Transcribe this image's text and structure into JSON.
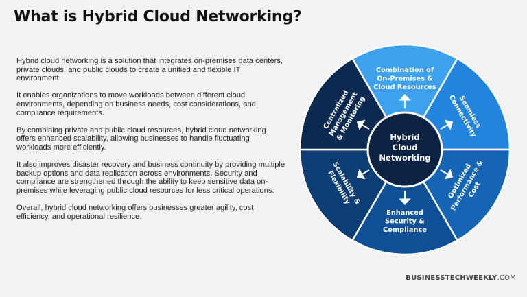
{
  "title": "What is Hybrid Cloud Networking?",
  "paragraphs": [
    "Hybrid cloud networking is a solution that integrates on-premises data centers, private clouds, and public clouds to create a unified and flexible IT environment.",
    "It enables organizations to move workloads between different cloud environments, depending on business needs, cost considerations, and compliance requirements.",
    "By combining private and public cloud resources, hybrid cloud networking offers enhanced scalability, allowing businesses to handle fluctuating workloads more efficiently.",
    "It also improves disaster recovery and business continuity by providing multiple backup options and data replication across environments. Security and compliance are strengthened through the ability to keep sensitive data on-premises while leveraging public cloud resources for less critical operations.",
    "Overall, hybrid cloud networking offers businesses greater agility, cost efficiency, and operational resilience."
  ],
  "diagram": {
    "center_lines": [
      "Hybrid",
      "Cloud",
      "Networking"
    ],
    "segments": [
      {
        "lines": [
          "Combination of",
          "On-Premises &",
          "Cloud Resources"
        ],
        "color": "#3ea1ee"
      },
      {
        "lines": [
          "Seamless",
          "Connectivity"
        ],
        "color": "#2384dd"
      },
      {
        "lines": [
          "Optimized",
          "Performance &",
          "Cost"
        ],
        "color": "#1565b4"
      },
      {
        "lines": [
          "Enhanced",
          "Security &",
          "Compliance"
        ],
        "color": "#0f4f96"
      },
      {
        "lines": [
          "Scalability &",
          "Flexibility"
        ],
        "color": "#0c3d74"
      },
      {
        "lines": [
          "Centralized",
          "Management",
          "& Monitoring"
        ],
        "color": "#0a2a52"
      }
    ],
    "ring_border_color": "#ffffff",
    "center_color": "#0c2344",
    "arrow_color": "#ffffff"
  },
  "brand": {
    "bold": "BUSINESSTECHWEEKLY",
    "suffix": ".COM"
  }
}
